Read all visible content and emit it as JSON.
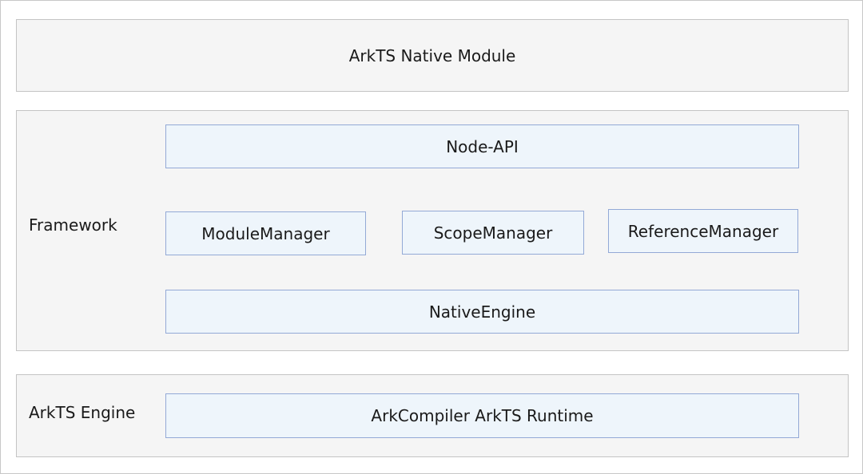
{
  "top_layer": {
    "title": "ArkTS Native Module"
  },
  "framework": {
    "label": "Framework",
    "node_api": "Node-API",
    "module_manager": "ModuleManager",
    "scope_manager": "ScopeManager",
    "reference_manager": "ReferenceManager",
    "native_engine": "NativeEngine"
  },
  "engine": {
    "label": "ArkTS Engine",
    "runtime": "ArkCompiler ArkTS Runtime"
  },
  "colors": {
    "layer_fill": "#f5f5f5",
    "layer_border": "#c4c4c4",
    "block_fill": "#eef5fb",
    "block_border": "#93a9d6"
  }
}
